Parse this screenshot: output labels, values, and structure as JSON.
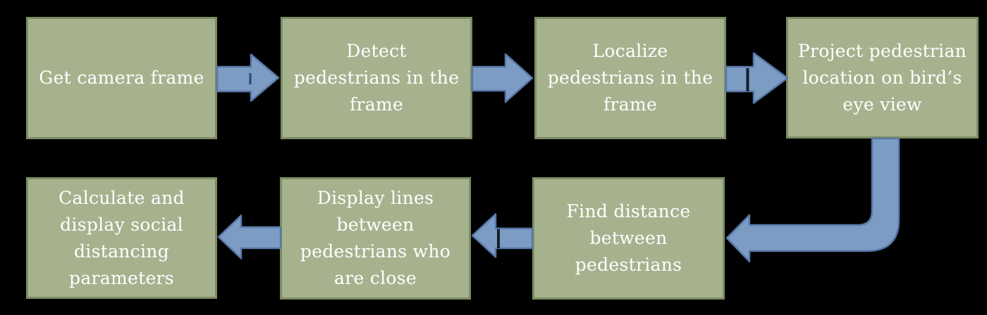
{
  "colors": {
    "background": "#000000",
    "box_fill": "#a6b28e",
    "box_border": "#7d8d62",
    "arrow_fill": "#7d9cc4",
    "arrow_border": "#5878a8",
    "arrow_seam": "#2c4866",
    "cursor_mark": "#13202c",
    "text_color": "#ffffff"
  },
  "steps": [
    {
      "id": 1,
      "lines": [
        "Get camera frame"
      ]
    },
    {
      "id": 2,
      "lines": [
        "Detect",
        "pedestrians in the",
        "frame"
      ]
    },
    {
      "id": 3,
      "lines": [
        "Localize",
        "pedestrians in the",
        "frame"
      ]
    },
    {
      "id": 4,
      "lines": [
        "Project pedestrian",
        "location on bird’s",
        "eye view"
      ]
    },
    {
      "id": 5,
      "lines": [
        "Find distance",
        "between",
        "pedestrians"
      ]
    },
    {
      "id": 6,
      "lines": [
        "Display lines",
        "between",
        "pedestrians who",
        "are close"
      ]
    },
    {
      "id": 7,
      "lines": [
        "Calculate and",
        "display social",
        "distancing",
        "parameters"
      ]
    }
  ]
}
